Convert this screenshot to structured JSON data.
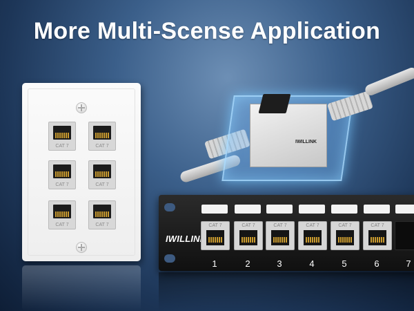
{
  "headline": "More Multi-Scense Application",
  "wall_plate": {
    "jack_label": "CAT 7",
    "jack_count": 6
  },
  "coupler": {
    "brand": "IWILLINK"
  },
  "patch_panel": {
    "brand": "IWILLINK",
    "port_label": "CAT 7",
    "port_numbers": [
      "1",
      "2",
      "3",
      "4",
      "5",
      "6",
      "7"
    ]
  },
  "colors": {
    "background_top": "#6d8fb5",
    "background_bottom": "#0e1e36",
    "coupler_glow": "#78beff",
    "panel": "#101010"
  }
}
